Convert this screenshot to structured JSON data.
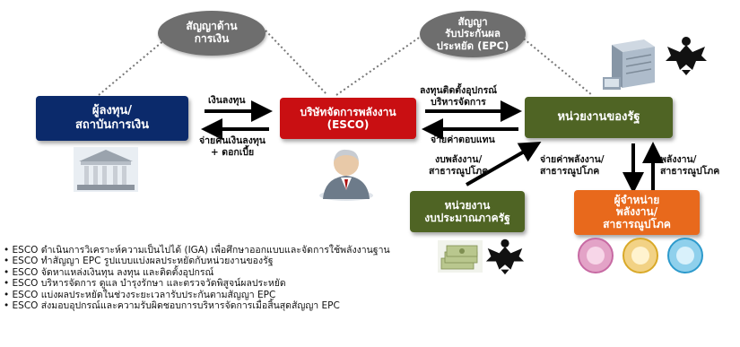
{
  "colors": {
    "investor": "#0b2a6b",
    "esco": "#c90f12",
    "government": "#4f6424",
    "budget_agency": "#4f6424",
    "utility": "#e8691c",
    "ellipse": "#6e6e6e"
  },
  "ellipses": {
    "finance": "สัญญาด้าน\nการเงิน",
    "epc": "สัญญา\nรับประกันผล\nประหยัด (EPC)"
  },
  "boxes": {
    "investor": "ผู้ลงทุน/\nสถาบันการเงิน",
    "esco": "บริษัทจัดการพลังงาน\n(ESCO)",
    "government": "หน่วยงานของรัฐ",
    "budget_agency": "หน่วยงาน\nงบประมาณภาครัฐ",
    "utility": "ผู้จำหน่าย\nพลังงาน/\nสาธารณูปโภค"
  },
  "labels": {
    "invest_money": "เงินลงทุน",
    "repay": "จ่ายคืนเงินลงทุน\n+ ดอกเบี้ย",
    "install": "ลงทุนติดตั้งอุปกรณ์\nบริหารจัดการ",
    "pay_return": "จ่ายค่าตอบแทน",
    "energy_budget": "งบพลังงาน/\nสาธารณูปโภค",
    "pay_energy": "จ่ายค่าพลังงาน/\nสาธารณูปโภค",
    "energy_supply": "พลังงาน/\nสาธารณูปโภค"
  },
  "icons": [
    "bank-building-icon",
    "business-person-icon",
    "computer-server-icon",
    "thai-garuda-emblem-icon",
    "money-stack-icon",
    "utility-logos-icon"
  ],
  "bullets": [
    "• ESCO ดำเนินการวิเคราะห์ความเป็นไปได้ (IGA) เพื่อศึกษาออกแบบและจัดการใช้พลังงานฐาน",
    "• ESCO ทำสัญญา EPC รูปแบบแบ่งผลประหยัดกับหน่วยงานของรัฐ",
    "• ESCO จัดหาแหล่งเงินทุน ลงทุน และติดตั้งอุปกรณ์",
    "• ESCO บริหารจัดการ ดูแล บำรุงรักษา และตรวจวัดพิสูจน์ผลประหยัด",
    "• ESCO แบ่งผลประหยัดในช่วงระยะเวลารับประกันตามสัญญา EPC",
    "• ESCO ส่งมอบอุปกรณ์และความรับผิดชอบการบริหารจัดการเมื่อสิ้นสุดสัญญา EPC"
  ]
}
